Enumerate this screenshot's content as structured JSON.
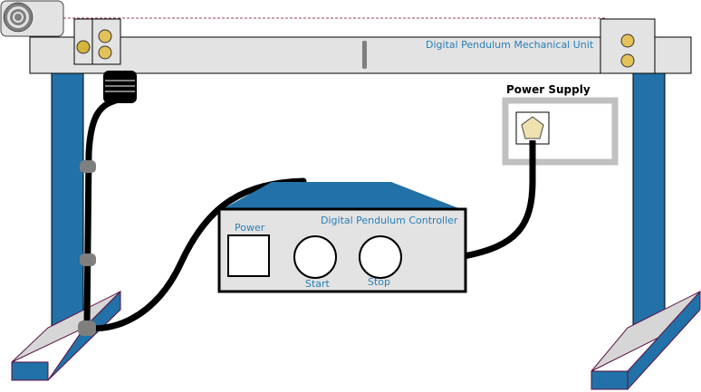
{
  "mechanical_unit": {
    "label": "Digital Pendulum Mechanical Unit"
  },
  "power_supply": {
    "label": "Power Supply"
  },
  "controller": {
    "title": "Digital Pendulum Controller",
    "power_label": "Power",
    "start_label": "Start",
    "stop_label": "Stop"
  },
  "colors": {
    "frame_blue": "#2271a8",
    "beam_gray": "#e3e3e3",
    "knob_yellow": "#e3c25a",
    "cable_black": "#000000",
    "clip_gray": "#7f7f7f",
    "pentagon_fill": "#efe2b0",
    "outlet_frame": "#c0c0c0",
    "label_blue": "#2a7fb8"
  }
}
